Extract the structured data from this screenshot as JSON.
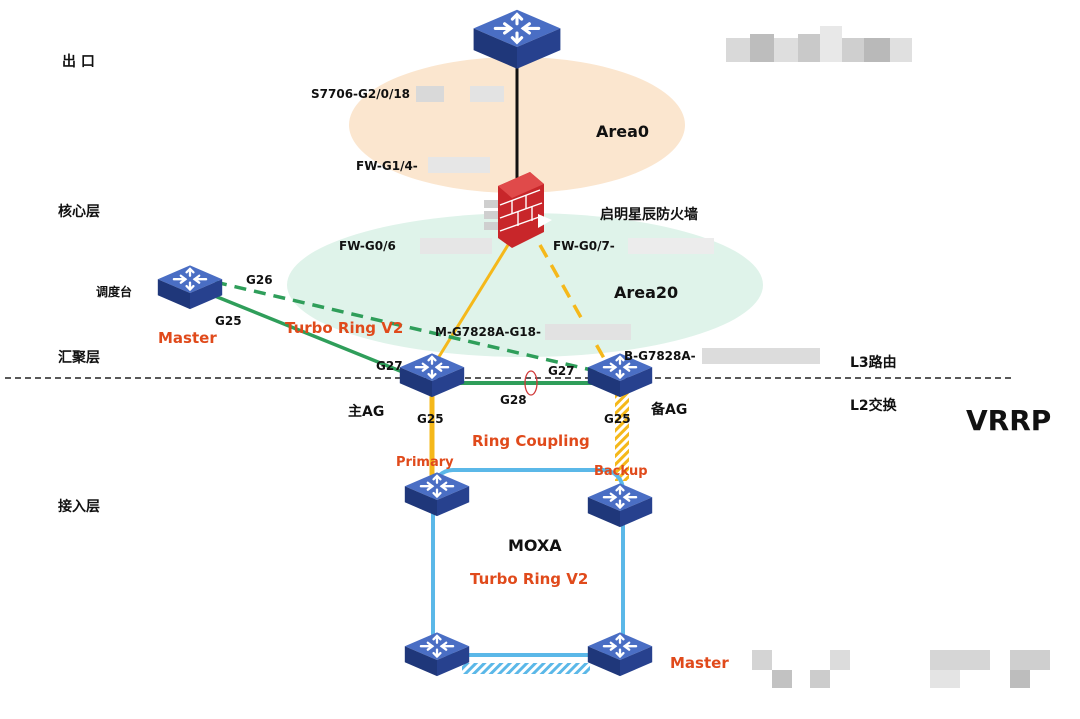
{
  "layers": {
    "exit": "出 口",
    "core": "核心层",
    "aggregation": "汇聚层",
    "access": "接入层"
  },
  "areas": {
    "area0": "Area0",
    "area20": "Area20"
  },
  "firewall": {
    "label": "启明星辰防火墙"
  },
  "ports": {
    "s7706": "S7706-G2/0/18",
    "fw_g1": "FW-G1/4-",
    "fw_g06": "FW-G0/6",
    "fw_g07": "FW-G0/7-",
    "m_g7828": "M-G7828A-G18-",
    "b_g7828": "B-G7828A-",
    "g26": "G26",
    "g25_left": "G25",
    "g27_main": "G27",
    "g27_backup": "G27",
    "g28": "G28",
    "g25_main": "G25",
    "g25_backup": "G25"
  },
  "devices": {
    "dispatch": "调度台",
    "master_top": "Master",
    "main_ag": "主AG",
    "backup_ag": "备AG",
    "master_bottom": "Master"
  },
  "links": {
    "turbo_ring_top": "Turbo Ring V2",
    "ring_coupling": "Ring Coupling",
    "primary": "Primary",
    "backup": "Backup"
  },
  "ring": {
    "vendor": "MOXA",
    "protocol": "Turbo Ring V2"
  },
  "routing": {
    "l3": "L3路由",
    "l2": "L2交换",
    "vrrp": "VRRP"
  },
  "colors": {
    "switch": "#2f4c9e",
    "firewall": "#c8262a",
    "link_orange": "#f5b81a",
    "link_green": "#2f9e5a",
    "link_blue": "#5bb8e8",
    "label_red": "#e04a1b",
    "area0_fill": "#fbe6cf",
    "area20_fill": "#dff3ea"
  }
}
